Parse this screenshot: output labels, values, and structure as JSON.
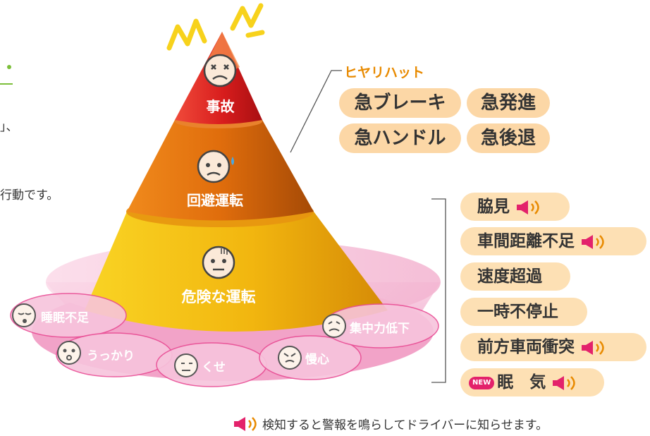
{
  "left_cut_text": {
    "line1": "」、",
    "line2": "行動です。"
  },
  "pyramid": {
    "top_label": "事故",
    "middle_label": "回避運転",
    "bottom_label": "危険な運転"
  },
  "base_factors": [
    {
      "label": "睡眠不足"
    },
    {
      "label": "うっかり"
    },
    {
      "label": "くせ"
    },
    {
      "label": "慢心"
    },
    {
      "label": "集中力低下"
    }
  ],
  "hiyari_hatto": {
    "title": "ヒヤリハット",
    "items": [
      "急ブレーキ",
      "急発進",
      "急ハンドル",
      "急後退"
    ]
  },
  "dangerous_driving": {
    "items": [
      {
        "label": "脇見",
        "alarm": true,
        "new": false
      },
      {
        "label": "車間距離不足",
        "alarm": true,
        "new": false
      },
      {
        "label": "速度超過",
        "alarm": false,
        "new": false
      },
      {
        "label": "一時不停止",
        "alarm": false,
        "new": false
      },
      {
        "label": "前方車両衝突",
        "alarm": true,
        "new": false
      },
      {
        "label": "眠　気",
        "alarm": true,
        "new": true
      }
    ],
    "new_badge": "NEW"
  },
  "footer_note": "検知すると警報を鳴らしてドライバーに知らせます。",
  "colors": {
    "accident_red": "#d91f1f",
    "avoid_orange": "#e06a10",
    "danger_yellow": "#f3c015",
    "base_pink": "#f5b7d3",
    "pill_bg": "#fcd7a6",
    "hiyari_title": "#e88a00",
    "speaker_red": "#e3226b"
  }
}
